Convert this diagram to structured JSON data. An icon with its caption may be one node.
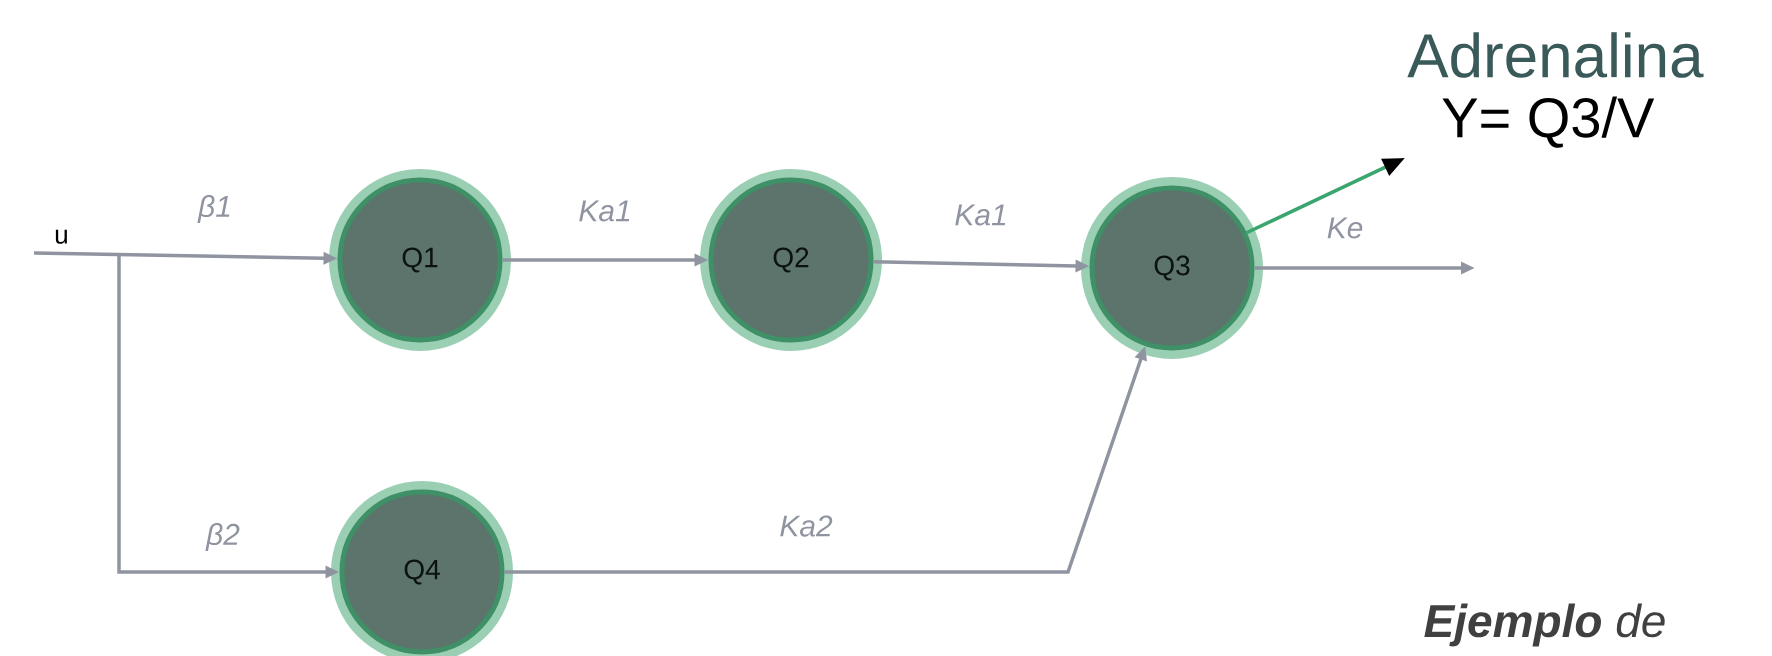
{
  "diagram": {
    "nodes": [
      {
        "text": [
          "u"
        ]
      },
      {
        "text": [
          "Q1"
        ]
      },
      {
        "text": [
          "Q2"
        ]
      },
      {
        "text": [
          "Q3"
        ]
      },
      {
        "text": [
          "Q4"
        ]
      },
      {
        "text": [
          "Adrenalina",
          "Y= Q3/V"
        ]
      }
    ],
    "edges": [
      {
        "from": 0,
        "to": 1,
        "arrow": "to",
        "label": "β1"
      },
      {
        "from": 0,
        "to": 4,
        "arrow": "to",
        "label": "β2"
      },
      {
        "from": 1,
        "to": 2,
        "arrow": "to",
        "label": "Ka1"
      },
      {
        "from": 2,
        "to": 3,
        "arrow": "to",
        "label": "Ka1"
      },
      {
        "from": 4,
        "to": 3,
        "arrow": "to",
        "label": "Ka2"
      },
      {
        "from": 3,
        "to": null,
        "arrow": "to",
        "label": "Ke"
      },
      {
        "from": 3,
        "to": 5,
        "arrow": "to",
        "color": "#3aa56e"
      }
    ],
    "labels": [
      "**Ejemplo** de"
    ]
  }
}
